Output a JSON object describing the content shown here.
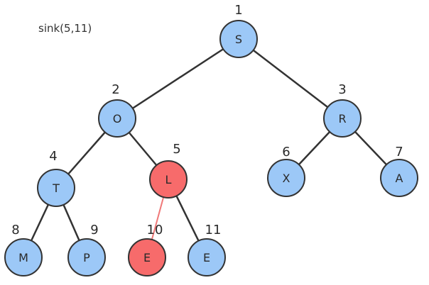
{
  "caption": "sink(5,11)",
  "colors": {
    "node_fill": "#9cc8f7",
    "node_highlight_fill": "#f76b6b",
    "node_stroke": "#333333",
    "edge": "#333333",
    "edge_highlight": "#f07878"
  },
  "nodes": [
    {
      "index": "1",
      "label": "S",
      "state": "normal"
    },
    {
      "index": "2",
      "label": "O",
      "state": "normal"
    },
    {
      "index": "3",
      "label": "R",
      "state": "normal"
    },
    {
      "index": "4",
      "label": "T",
      "state": "normal"
    },
    {
      "index": "5",
      "label": "L",
      "state": "highlight"
    },
    {
      "index": "6",
      "label": "X",
      "state": "normal"
    },
    {
      "index": "7",
      "label": "A",
      "state": "normal"
    },
    {
      "index": "8",
      "label": "M",
      "state": "normal"
    },
    {
      "index": "9",
      "label": "P",
      "state": "normal"
    },
    {
      "index": "10",
      "label": "E",
      "state": "highlight"
    },
    {
      "index": "11",
      "label": "E",
      "state": "normal"
    }
  ],
  "edges": [
    {
      "from": "1",
      "to": "2",
      "state": "normal"
    },
    {
      "from": "1",
      "to": "3",
      "state": "normal"
    },
    {
      "from": "2",
      "to": "4",
      "state": "normal"
    },
    {
      "from": "2",
      "to": "5",
      "state": "normal"
    },
    {
      "from": "3",
      "to": "6",
      "state": "normal"
    },
    {
      "from": "3",
      "to": "7",
      "state": "normal"
    },
    {
      "from": "4",
      "to": "8",
      "state": "normal"
    },
    {
      "from": "4",
      "to": "9",
      "state": "normal"
    },
    {
      "from": "5",
      "to": "10",
      "state": "highlight"
    },
    {
      "from": "5",
      "to": "11",
      "state": "normal"
    }
  ]
}
